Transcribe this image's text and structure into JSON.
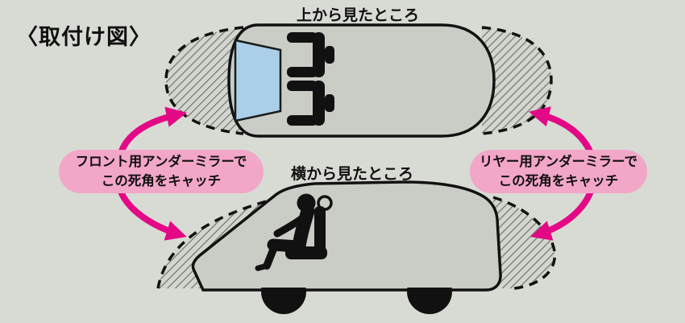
{
  "title": "〈取付け図〉",
  "top_view": {
    "label": "上から見たところ"
  },
  "side_view": {
    "label": "横から見たところ"
  },
  "callouts": {
    "front": {
      "line1": "フロント用アンダーミラーで",
      "line2": "この死角をキャッチ"
    },
    "rear": {
      "line1": "リヤー用アンダーミラーで",
      "line2": "この死角をキャッチ"
    }
  },
  "colors": {
    "background": "#d8dbd4",
    "vehicle_body": "#c9cdc6",
    "windshield": "#abcfe9",
    "callout_background": "#f2a6c8",
    "arrow": "#e30885",
    "outline": "#111111",
    "hatch_line": "#70736e"
  }
}
